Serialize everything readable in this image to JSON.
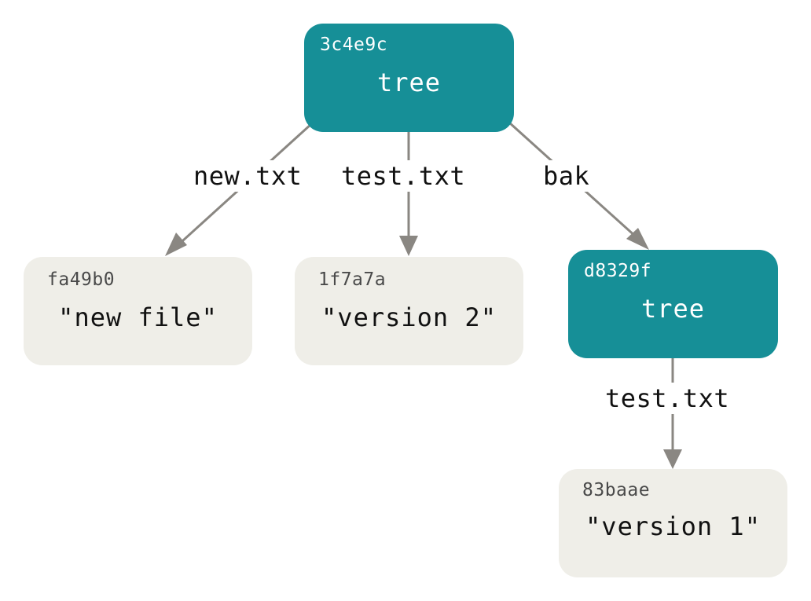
{
  "colors": {
    "tree_fill": "#168f97",
    "blob_fill": "#efeee8",
    "edge": "#8a8782",
    "text_dark": "#111111",
    "hash_dark": "#4a4a4a"
  },
  "nodes": {
    "root_tree": {
      "hash": "3c4e9c",
      "content": "tree"
    },
    "blob_new": {
      "hash": "fa49b0",
      "content": "\"new file\""
    },
    "blob_v2": {
      "hash": "1f7a7a",
      "content": "\"version 2\""
    },
    "sub_tree": {
      "hash": "d8329f",
      "content": "tree"
    },
    "blob_v1": {
      "hash": "83baae",
      "content": "\"version 1\""
    }
  },
  "edges": {
    "new_txt": "new.txt",
    "test_txt": "test.txt",
    "bak": "bak",
    "sub_test_txt": "test.txt"
  }
}
